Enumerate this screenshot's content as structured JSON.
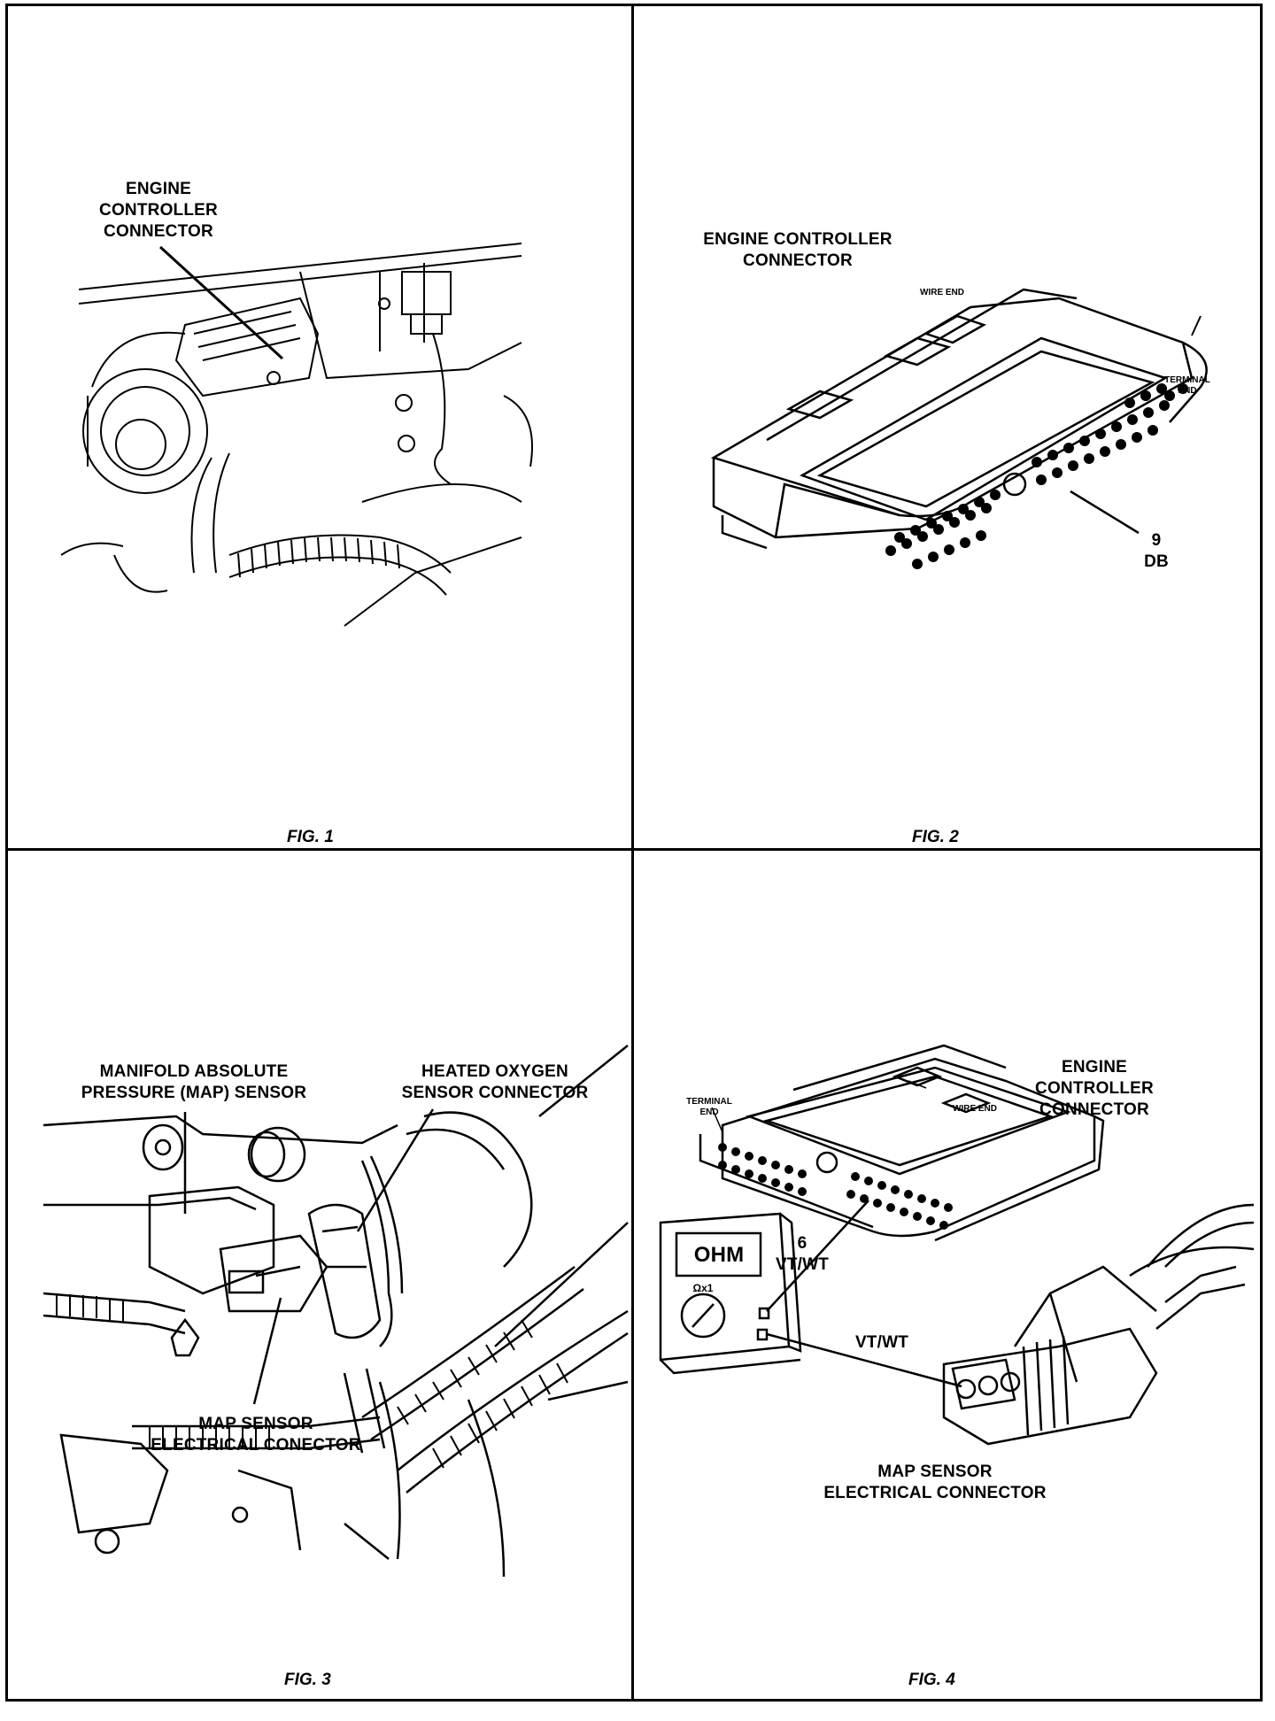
{
  "figures": [
    {
      "id": "fig1",
      "caption": "FIG. 1",
      "labels": {
        "connector": "ENGINE\nCONTROLLER\nCONNECTOR"
      }
    },
    {
      "id": "fig2",
      "caption": "FIG. 2",
      "labels": {
        "title": "ENGINE CONTROLLER\nCONNECTOR",
        "wire_end": "WIRE END",
        "terminal_end": "TERMINAL\nEND",
        "pin": "9\nDB"
      }
    },
    {
      "id": "fig3",
      "caption": "FIG. 3",
      "labels": {
        "map_sensor": "MANIFOLD ABSOLUTE\nPRESSURE (MAP) SENSOR",
        "oxygen_connector": "HEATED OXYGEN\nSENSOR CONNECTOR",
        "map_connector": "MAP SENSOR\nELECTRICAL CONECTOR"
      }
    },
    {
      "id": "fig4",
      "caption": "FIG. 4",
      "labels": {
        "title": "ENGINE\nCONTROLLER\nCONNECTOR",
        "terminal_end": "TERMINAL\nEND",
        "wire_end": "WIRE END",
        "pin": "6\nVT/WT",
        "wire": "VT/WT",
        "map_connector": "MAP SENSOR\nELECTRICAL CONNECTOR",
        "meter_display": "OHM",
        "meter_range": "Ωx1"
      }
    }
  ]
}
